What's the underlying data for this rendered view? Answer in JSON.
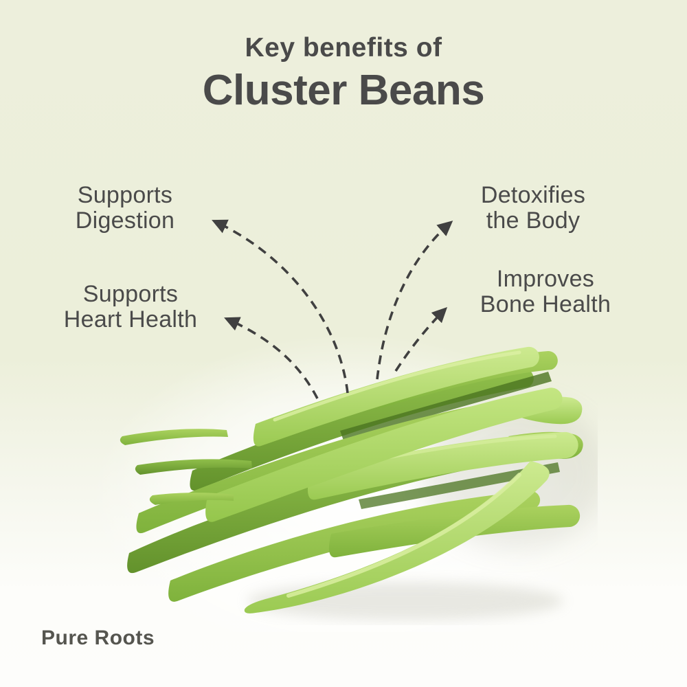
{
  "page": {
    "background_top": "#edefdc",
    "background_bottom": "#fdfdfb",
    "text_color": "#4a4a4a",
    "arrow_color": "#404040"
  },
  "title": {
    "line1": "Key benefits of",
    "line2": "Cluster Beans"
  },
  "benefits": [
    {
      "id": "supports-digestion",
      "line1": "Supports",
      "line2": "Digestion",
      "position": "top-left"
    },
    {
      "id": "detoxifies-the-body",
      "line1": "Detoxifies",
      "line2": "the Body",
      "position": "top-right"
    },
    {
      "id": "supports-heart-health",
      "line1": "Supports",
      "line2": "Heart Health",
      "position": "mid-left"
    },
    {
      "id": "improves-bone-health",
      "line1": "Improves",
      "line2": "Bone Health",
      "position": "mid-right"
    }
  ],
  "brand": {
    "name": "Pure Roots"
  },
  "image": {
    "subject": "pile of fresh green cluster beans (guar pods)",
    "green_light": "#cdea90",
    "green_mid": "#9bca52",
    "green_dark": "#63922c"
  }
}
